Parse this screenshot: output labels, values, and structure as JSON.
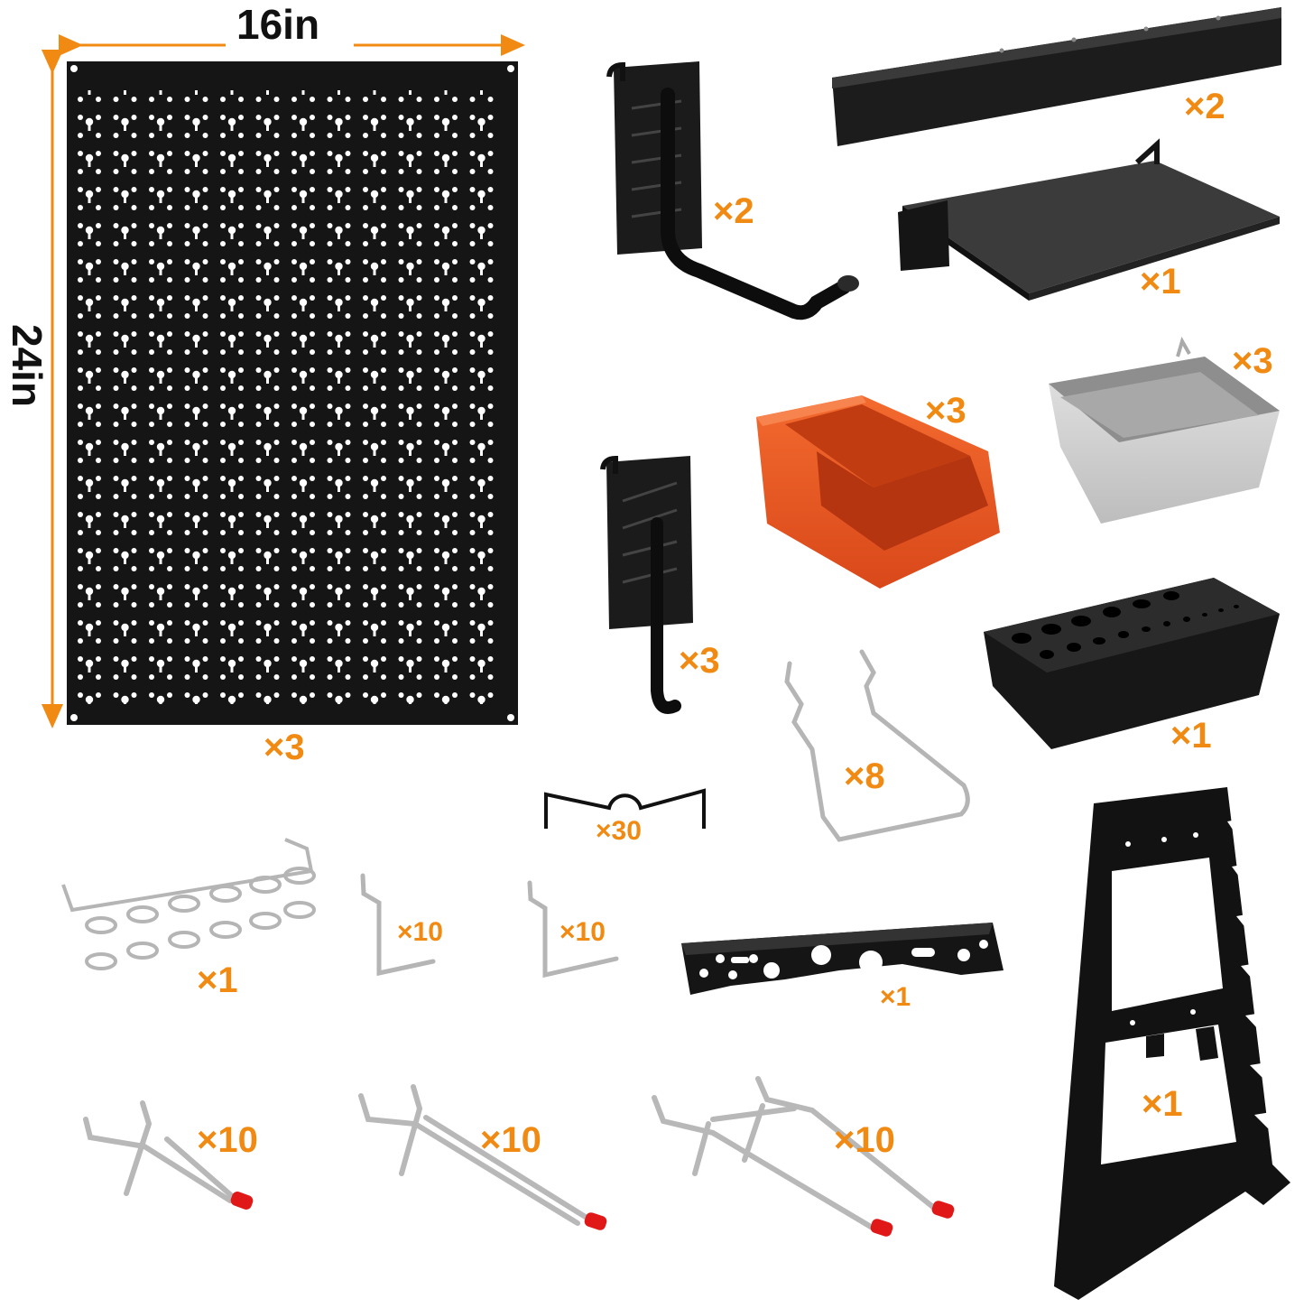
{
  "dimensions": {
    "width_label": "16in",
    "height_label": "24in"
  },
  "items": [
    {
      "id": "pegboard-panel",
      "qty": "×3"
    },
    {
      "id": "large-j-hook",
      "qty": "×2"
    },
    {
      "id": "wall-rail",
      "qty": "×2"
    },
    {
      "id": "shelf",
      "qty": "×1"
    },
    {
      "id": "grey-bin",
      "qty": "×3"
    },
    {
      "id": "orange-bin",
      "qty": "×3"
    },
    {
      "id": "small-j-hook",
      "qty": "×3"
    },
    {
      "id": "bit-holder",
      "qty": "×1"
    },
    {
      "id": "wire-loop-hook",
      "qty": "×8"
    },
    {
      "id": "lock-clip",
      "qty": "×30"
    },
    {
      "id": "screwdriver-rack",
      "qty": "×1"
    },
    {
      "id": "l-hook-a",
      "qty": "×10"
    },
    {
      "id": "l-hook-b",
      "qty": "×10"
    },
    {
      "id": "hole-bracket",
      "qty": "×1"
    },
    {
      "id": "wrench-rack",
      "qty": "×1"
    },
    {
      "id": "short-hook",
      "qty": "×10"
    },
    {
      "id": "long-hook",
      "qty": "×10"
    },
    {
      "id": "double-hook",
      "qty": "×10"
    }
  ],
  "colors": {
    "accent": "#f08a12",
    "panel": "#151515",
    "bin_orange": "#e8531f",
    "bin_grey": "#d4d4d4",
    "hook_tip": "#e01818"
  }
}
